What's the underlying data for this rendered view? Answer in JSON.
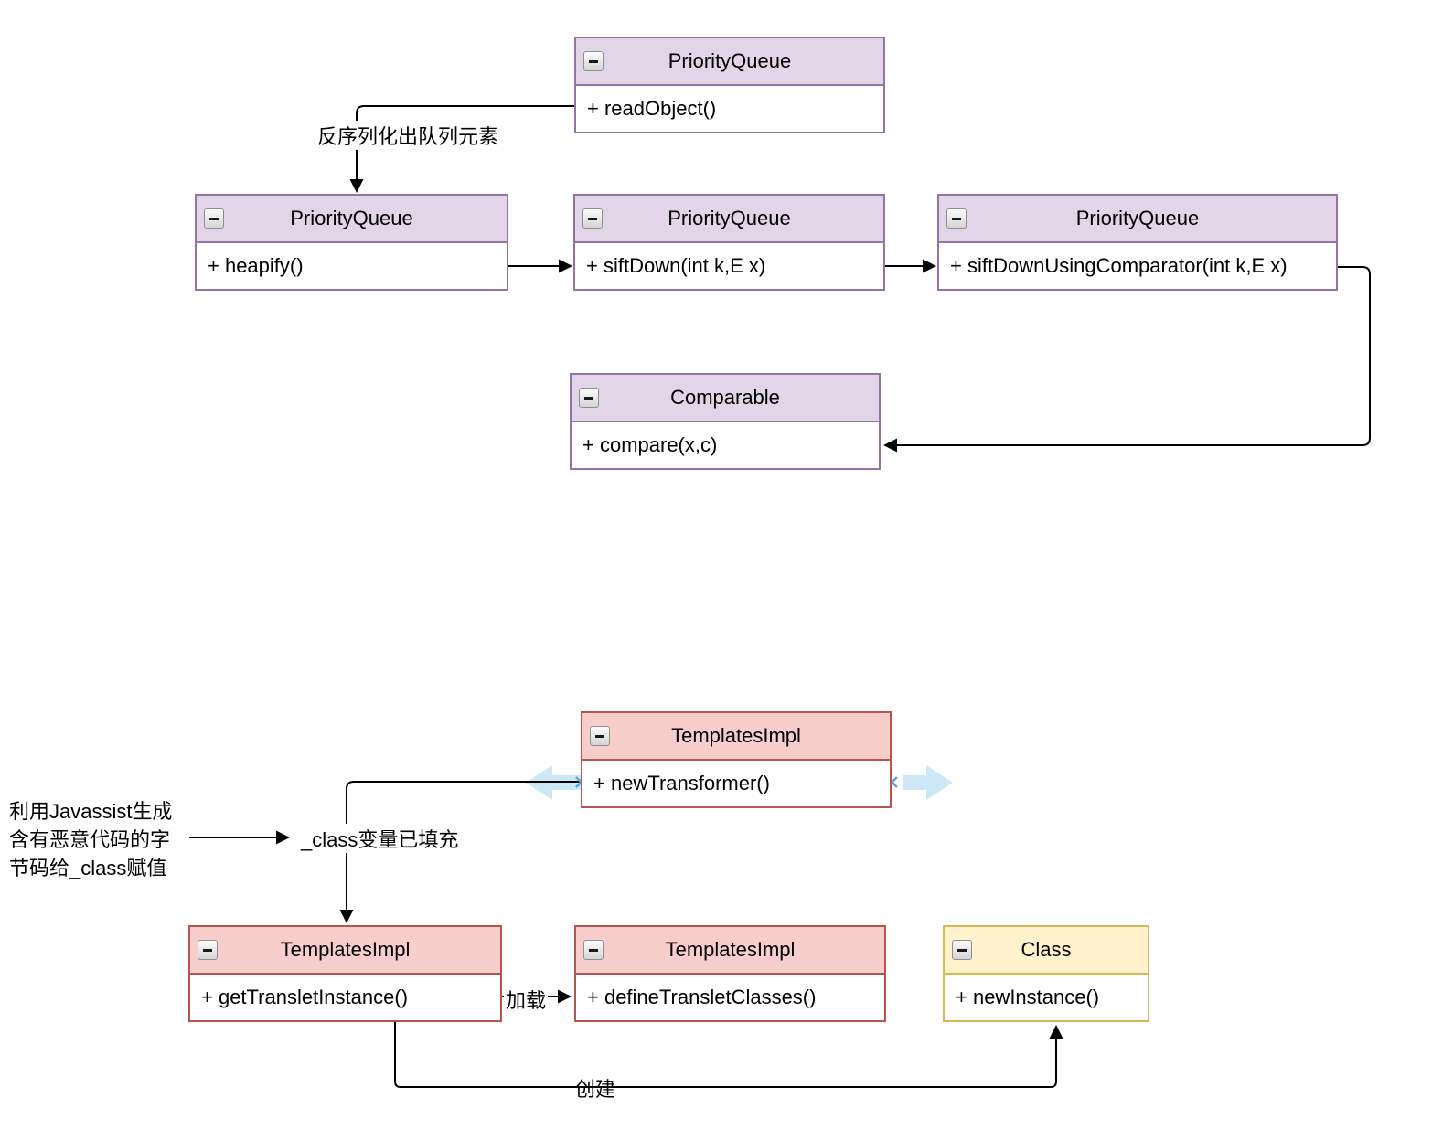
{
  "palette": {
    "purple_fill": "#E1D5E7",
    "purple_stroke": "#9673A6",
    "red_fill": "#F8CECC",
    "red_stroke": "#B85450",
    "yellow_fill": "#FFF2CC",
    "yellow_stroke": "#D6B656",
    "edge_color": "#000000",
    "hover_arrow_blue": "#CCE7F6",
    "connection_point_blue": "#55A7E6"
  },
  "boxes": [
    {
      "title": "PriorityQueue",
      "member": "+ readObject()",
      "color": "purple"
    },
    {
      "title": "PriorityQueue",
      "member": "+ heapify()",
      "color": "purple"
    },
    {
      "title": "PriorityQueue",
      "member": "+ siftDown(int k,E x)",
      "color": "purple"
    },
    {
      "title": "PriorityQueue",
      "member": "+ siftDownUsingComparator(int k,E x)",
      "color": "purple"
    },
    {
      "title": "Comparable",
      "member": "+ compare(x,c)",
      "color": "purple"
    },
    {
      "title": "TemplatesImpl",
      "member": "+ newTransformer()",
      "color": "red"
    },
    {
      "title": "TemplatesImpl",
      "member": "+ getTransletInstance()",
      "color": "red"
    },
    {
      "title": "TemplatesImpl",
      "member": "+ defineTransletClasses()",
      "color": "red"
    },
    {
      "title": "Class",
      "member": "+ newInstance()",
      "color": "yellow"
    }
  ],
  "edge_labels": {
    "deserialize": "反序列化出队列元素",
    "class_filled": "_class变量已填充",
    "load": "加载",
    "create": "创建"
  },
  "annotation": {
    "text": "利用Javassist生成\n含有恶意代码的字\n节码给_class赋值"
  }
}
